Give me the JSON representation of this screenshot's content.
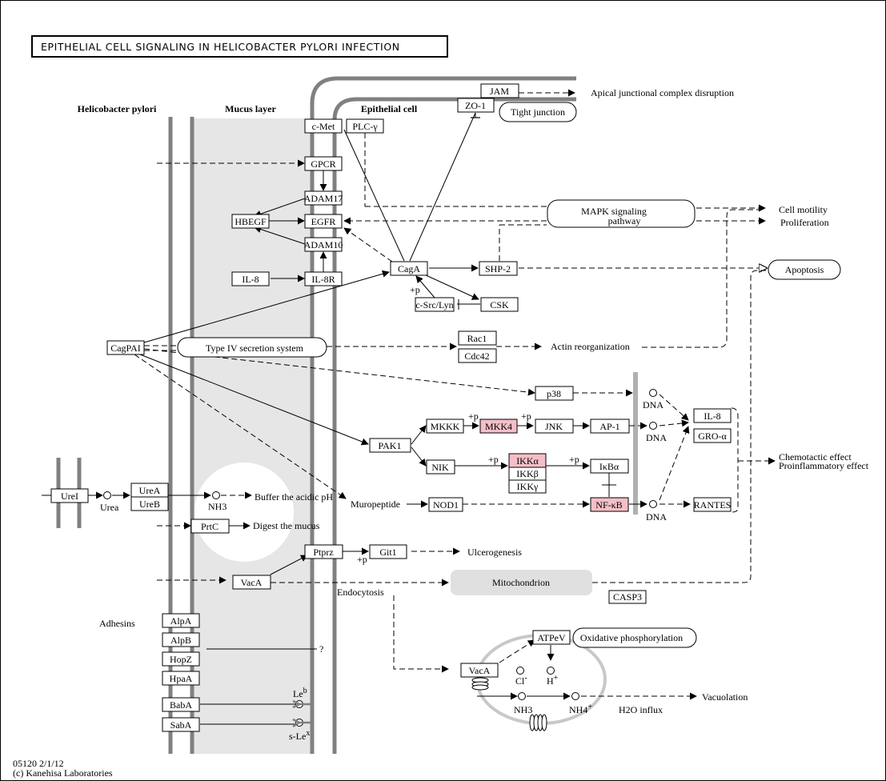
{
  "title": "EPITHELIAL CELL SIGNALING IN HELICOBACTER PYLORI INFECTION",
  "regions": {
    "hpylori": "Helicobacter pylori",
    "mucus": "Mucus layer",
    "epithelial": "Epithelial cell"
  },
  "colors": {
    "highlight": "#f4bfc7",
    "membrane": "#808080",
    "mucus_fill": "#e6e6e6"
  },
  "nodes": {
    "jam": "JAM",
    "zo1": "ZO-1",
    "cmet": "c-Met",
    "plcg": "PLC-γ",
    "gpcr": "GPCR",
    "adam17": "ADAM17",
    "hbegf": "HBEGF",
    "egfr": "EGFR",
    "adam10": "ADAM10",
    "il8": "IL-8",
    "il8r": "IL-8R",
    "caga": "CagA",
    "shp2": "SHP-2",
    "csrc": "c-Src/Lyn",
    "csk": "CSK",
    "cagpai": "CagPAI",
    "rac1": "Rac1",
    "cdc42": "Cdc42",
    "p38": "p38",
    "mkkk": "MKKK",
    "mkk4": "MKK4",
    "jnk": "JNK",
    "ap1": "AP-1",
    "il8b": "IL-8",
    "groa": "GRO-α",
    "pak1": "PAK1",
    "nik": "NIK",
    "ikka": "IKKα",
    "ikkb": "IKKβ",
    "ikkg": "IKKγ",
    "ikba": "IκBα",
    "urei": "UreI",
    "urea_b": "UreA",
    "ureb": "UreB",
    "nod1": "NOD1",
    "nfkb": "NF-κB",
    "rantes": "RANTES",
    "prtc": "PrtC",
    "ptprz": "Ptprz",
    "git1": "Git1",
    "vaca": "VacA",
    "casp3": "CASP3",
    "alpa": "AlpA",
    "alpb": "AlpB",
    "hopz": "HopZ",
    "hpaa": "HpaA",
    "baba": "BabA",
    "saba": "SabA",
    "atpev": "ATPeV",
    "vaca2": "VacA"
  },
  "pathways": {
    "tight_junction": "Tight junction",
    "mapk": "MAPK signaling pathway",
    "apoptosis": "Apoptosis",
    "t4ss": "Type IV secretion system",
    "mitochondrion": "Mitochondrion",
    "oxphos": "Oxidative phosphorylation"
  },
  "labels": {
    "apical": "Apical junctional complex disruption",
    "cell_motility": "Cell motility",
    "proliferation": "Proliferation",
    "actin": "Actin reorganization",
    "dna": "DNA",
    "chemotactic": "Chemotactic effect",
    "proinflammatory": "Proinflammatory effect",
    "urea": "Urea",
    "nh3": "NH3",
    "buffer": "Buffer the acidic pH",
    "muropeptide": "Muropeptide",
    "digest": "Digest the mucus",
    "ulcerogenesis": "Ulcerogenesis",
    "endocytosis": "Endocytosis",
    "adhesins": "Adhesins",
    "question": "?",
    "le": "Le",
    "le_sup": "b",
    "sle": "s-Le",
    "sle_sup": "x",
    "cl": "Cl",
    "cl_sup": "-",
    "h": "H",
    "h_sup": "+",
    "nh4": "NH4",
    "nh4_sup": "+",
    "h2o": "H2O influx",
    "vacuolation": "Vacuolation",
    "plus_p": "+p",
    "footer_id": "05120 2/1/12",
    "footer_copy": "(c) Kanehisa Laboratories"
  }
}
